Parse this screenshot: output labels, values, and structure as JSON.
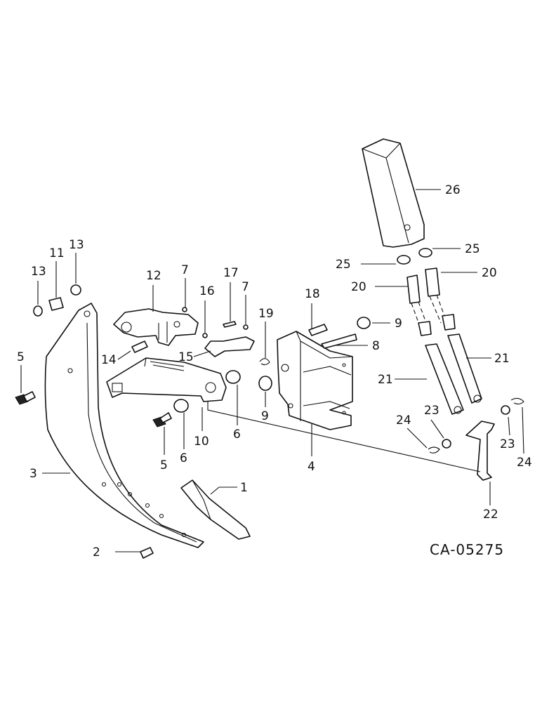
{
  "drawing_code": "CA-05275",
  "callouts": {
    "c1": "1",
    "c2": "2",
    "c3": "3",
    "c4": "4",
    "c5a": "5",
    "c5b": "5",
    "c6a": "6",
    "c6b": "6",
    "c7a": "7",
    "c7b": "7",
    "c8": "8",
    "c9a": "9",
    "c9b": "9",
    "c10": "10",
    "c11": "11",
    "c12": "12",
    "c13a": "13",
    "c13b": "13",
    "c14": "14",
    "c15": "15",
    "c16": "16",
    "c17": "17",
    "c18": "18",
    "c19": "19",
    "c20a": "20",
    "c20b": "20",
    "c21a": "21",
    "c21b": "21",
    "c22": "22",
    "c23a": "23",
    "c23b": "23",
    "c24a": "24",
    "c24b": "24",
    "c25a": "25",
    "c25b": "25",
    "c26": "26"
  }
}
